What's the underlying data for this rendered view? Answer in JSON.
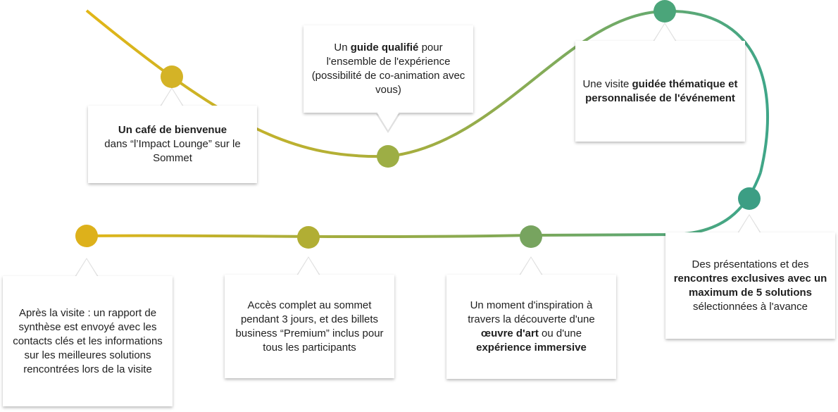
{
  "colors": {
    "yellow": "#E2B617",
    "olive": "#A9AE3C",
    "green": "#7BA85A",
    "teal": "#3DA68A"
  },
  "steps": {
    "cafe": {
      "bold": "Un café de bienvenue",
      "rest": "dans “l’Impact Lounge” sur le Sommet"
    },
    "guide": {
      "pre": "Un ",
      "bold": "guide qualifié",
      "rest": " pour l'ensemble de l'expérience (possibilité de co-animation avec vous)"
    },
    "visite": {
      "pre": "Une visite ",
      "bold": "guidée thématique et personnalisée de l'événement"
    },
    "presentations": {
      "pre": "Des présentations et des ",
      "bold": "rencontres exclusives avec un maximum de 5 solutions",
      "rest": " sélectionnées à l'avance"
    },
    "inspiration": {
      "pre": "Un moment d'inspiration à travers la découverte d'une ",
      "bold1": "œuvre d'art",
      "mid": " ou d'une ",
      "bold2": "expérience immersive"
    },
    "acces": {
      "text": "Accès complet au sommet pendant 3 jours, et des billets business “Premium” inclus pour tous les participants"
    },
    "apres": {
      "text": "Après la visite : un rapport de synthèse est envoyé avec les contacts clés et les informations sur les meilleures solutions rencontrées lors de la visite"
    }
  }
}
